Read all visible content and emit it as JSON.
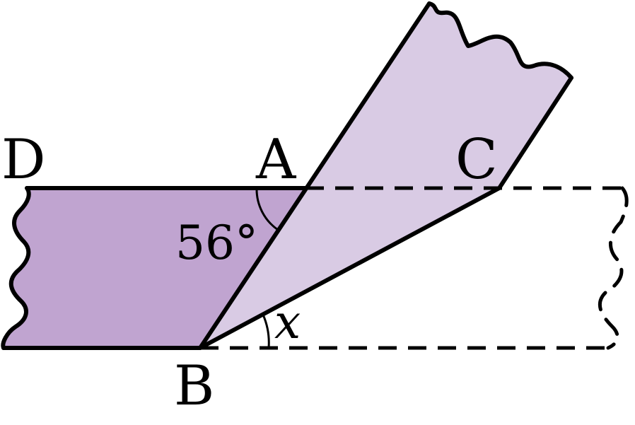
{
  "labels": {
    "D": "D",
    "A": "A",
    "C": "C",
    "B": "B",
    "angle_given": "56°",
    "angle_unknown": "x"
  },
  "colors": {
    "strip_dark": "#c0a4d0",
    "strip_light": "#d9cbe4",
    "stroke": "#000000",
    "background": "#ffffff"
  }
}
